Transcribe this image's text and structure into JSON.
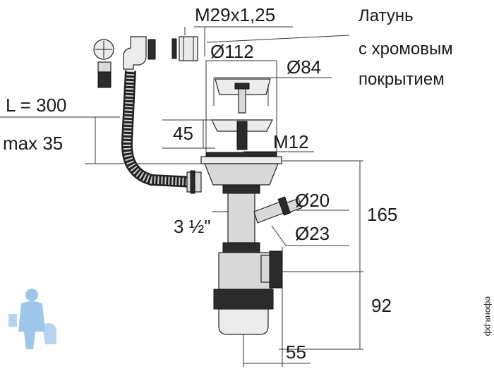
{
  "labels": {
    "thread": "M29x1,25",
    "material_line1": "Латунь",
    "material_line2": "с хромовым",
    "material_line3": "покрытием",
    "d112": "Ø112",
    "d84": "Ø84",
    "length": "L = 300",
    "max": "max 35",
    "h45": "45",
    "m12": "M12",
    "d20": "Ø20",
    "d23": "Ø23",
    "inch": "3 ½\"",
    "h165": "165",
    "h92": "92",
    "w55": "55",
    "watermark": "ефоня.рф"
  },
  "colors": {
    "lines": "#333333",
    "parts_fill": "#d9d9d9",
    "dark_parts": "#2b2b2b",
    "mascot": "#9ec6ea"
  }
}
